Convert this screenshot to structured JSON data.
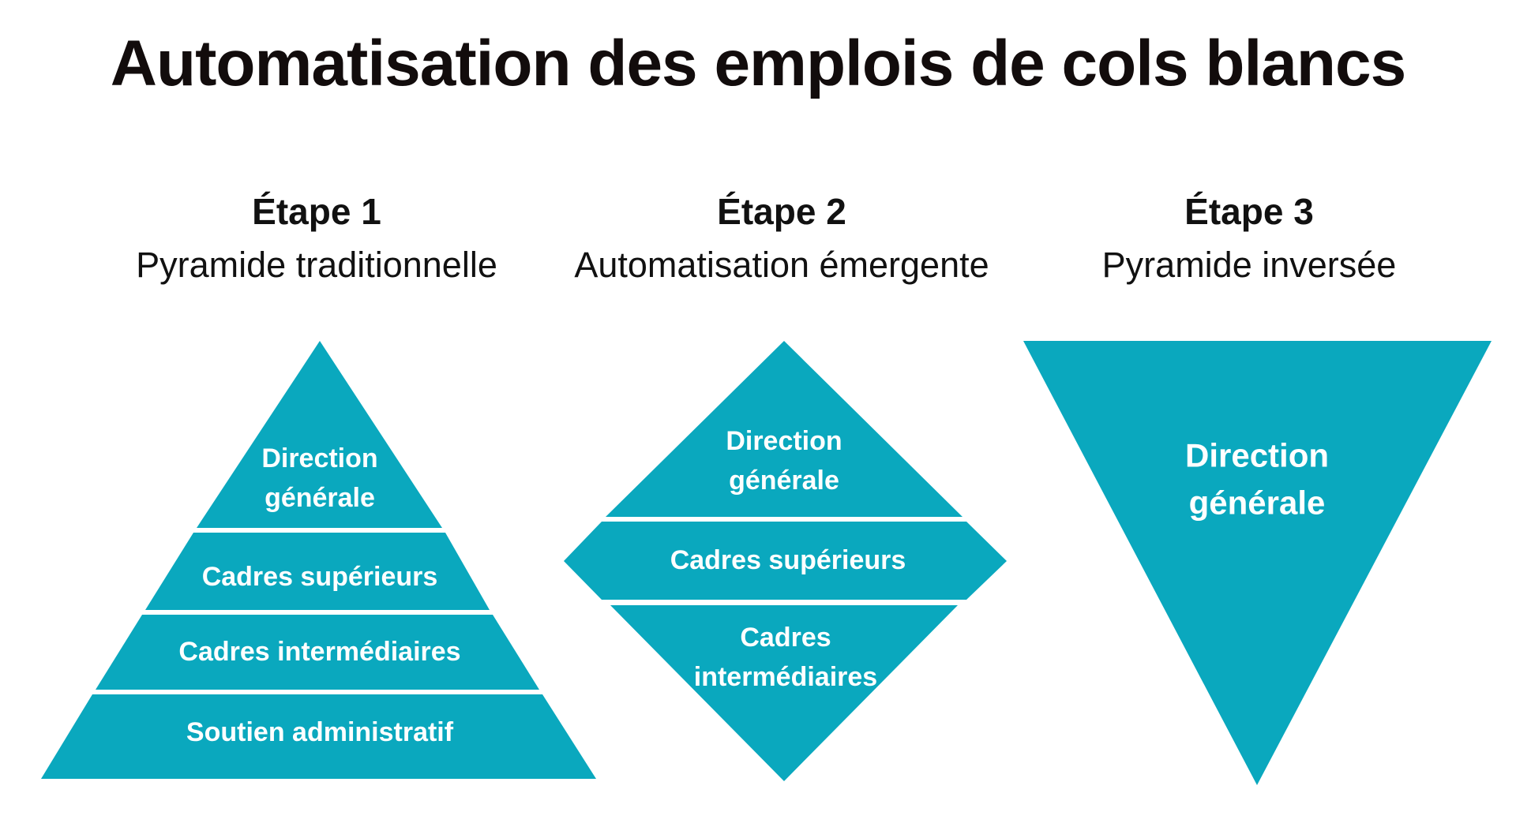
{
  "title": "Automatisation des emplois de cols blancs",
  "colors": {
    "shape_fill": "#0aa8be",
    "separator": "#ffffff",
    "title_text": "#120c0c",
    "label_text": "#ffffff"
  },
  "stages": [
    {
      "name": "Étape 1",
      "subtitle": "Pyramide traditionnelle",
      "shape": "triangle-up",
      "levels": [
        {
          "line1": "Direction",
          "line2": "générale"
        },
        {
          "line1": "Cadres supérieurs"
        },
        {
          "line1": "Cadres intermédiaires"
        },
        {
          "line1": "Soutien administratif"
        }
      ]
    },
    {
      "name": "Étape 2",
      "subtitle": "Automatisation émergente",
      "shape": "diamond",
      "levels": [
        {
          "line1": "Direction",
          "line2": "générale"
        },
        {
          "line1": "Cadres supérieurs"
        },
        {
          "line1": "Cadres",
          "line2": "intermédiaires"
        }
      ]
    },
    {
      "name": "Étape 3",
      "subtitle": "Pyramide inversée",
      "shape": "triangle-down",
      "levels": [
        {
          "line1": "Direction",
          "line2": "générale"
        }
      ]
    }
  ]
}
